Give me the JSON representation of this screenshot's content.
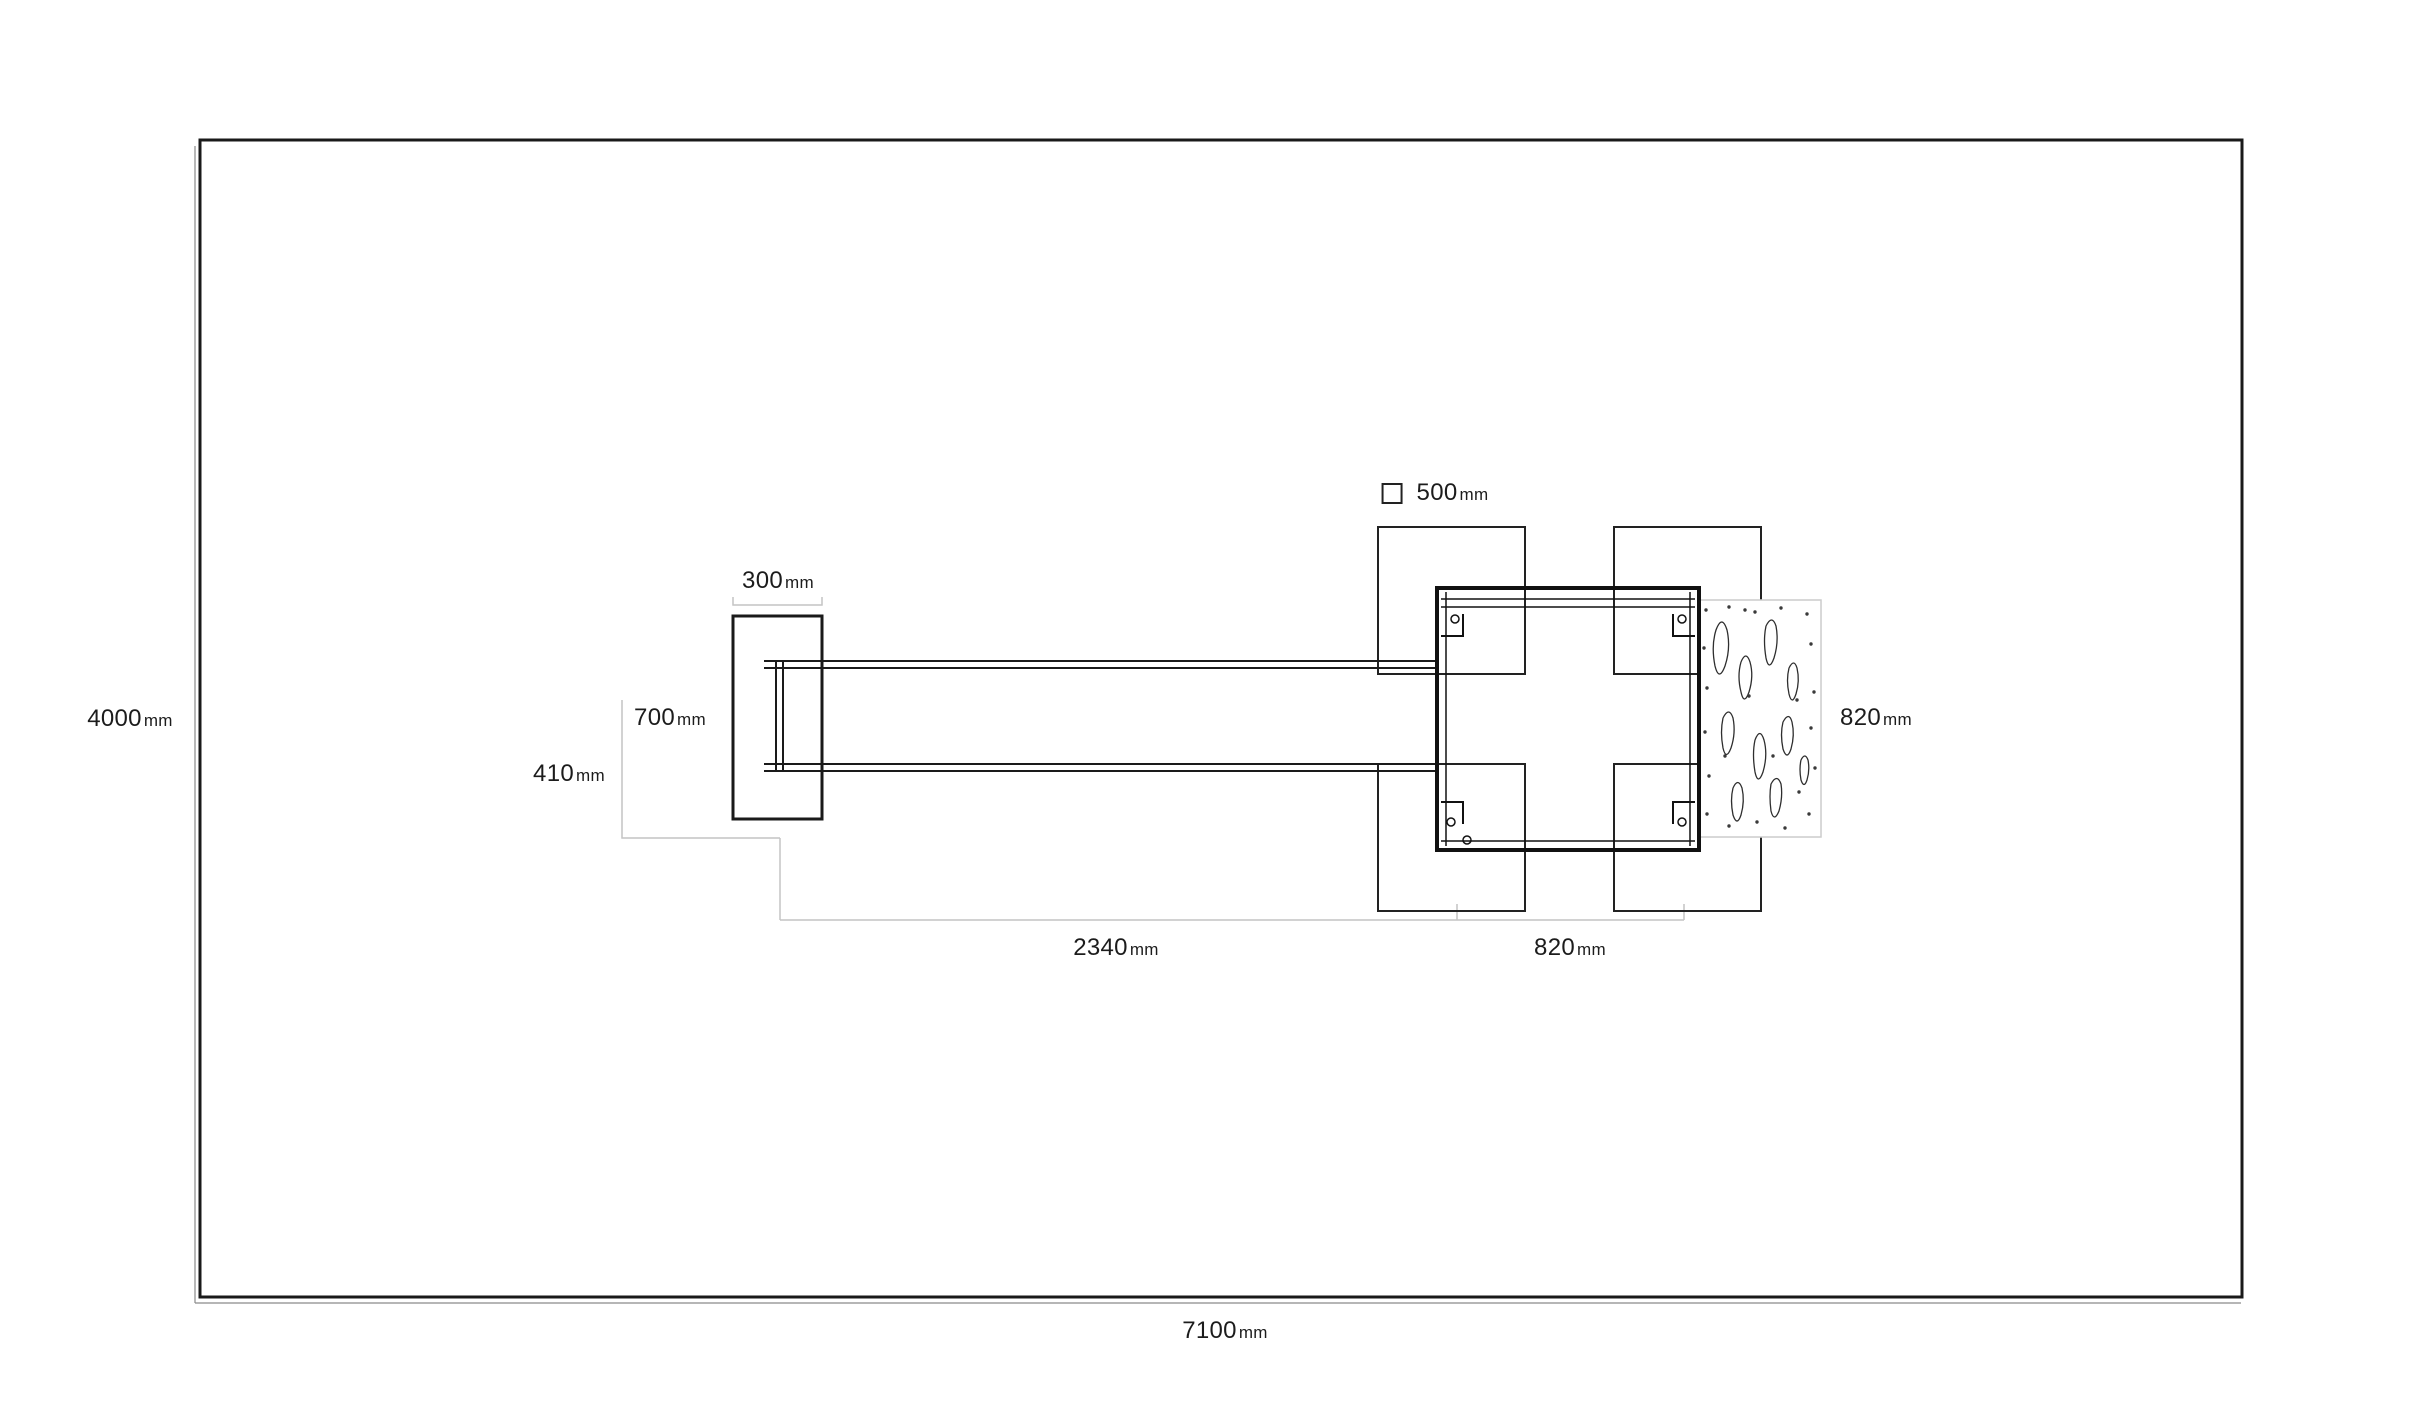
{
  "page": {
    "background": "#ffffff",
    "line_color": "#1a1a1a",
    "dim_line_color": "#c4c4c4",
    "texture_border_color": "#cccccc"
  },
  "labels": {
    "room_height": {
      "value": "4000",
      "unit": "mm"
    },
    "room_width": {
      "value": "7100",
      "unit": "mm"
    },
    "left_block_width": {
      "value": "300",
      "unit": "mm"
    },
    "span_700": {
      "value": "700",
      "unit": "mm"
    },
    "span_410": {
      "value": "410",
      "unit": "mm"
    },
    "rail_length_2340": {
      "value": "2340",
      "unit": "mm"
    },
    "base_width_820": {
      "value": "820",
      "unit": "mm"
    },
    "base_depth_820": {
      "value": "820",
      "unit": "mm"
    },
    "pad_size_500": {
      "value": "500",
      "unit": "mm"
    }
  },
  "icons": {
    "pad_symbol": "square-outline-icon"
  }
}
